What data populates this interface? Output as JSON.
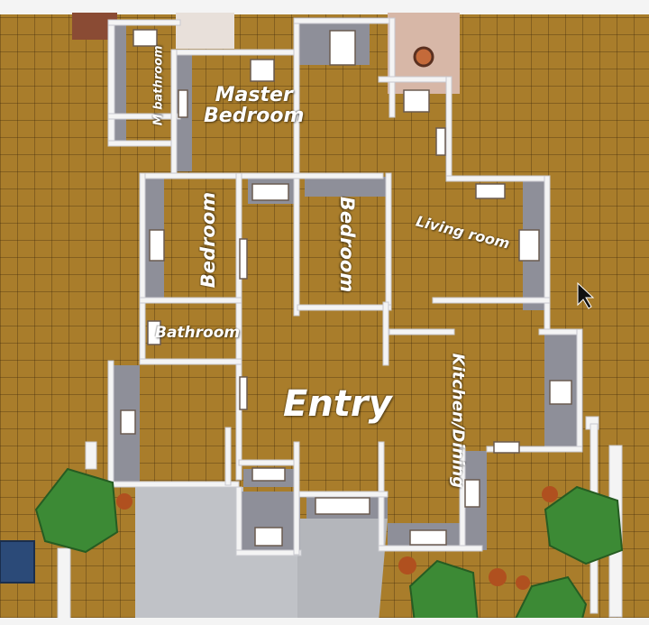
{
  "rooms": {
    "master_bathroom": "M bathroom",
    "master_bedroom": "Master\nBedroom",
    "bedroom_left": "Bedroom",
    "bedroom_center": "Bedroom",
    "living_room": "Living room",
    "bathroom": "Bathroom",
    "entry": "Entry",
    "kitchen_dining": "Kitchen/Dining"
  },
  "colors": {
    "floor": "#a97d2b",
    "wall_top": "#f3f3f3",
    "wall_face": "#8e8f99",
    "paving": "#bfc1c6",
    "tree": "#3c8a35",
    "label": "#ffffff"
  }
}
